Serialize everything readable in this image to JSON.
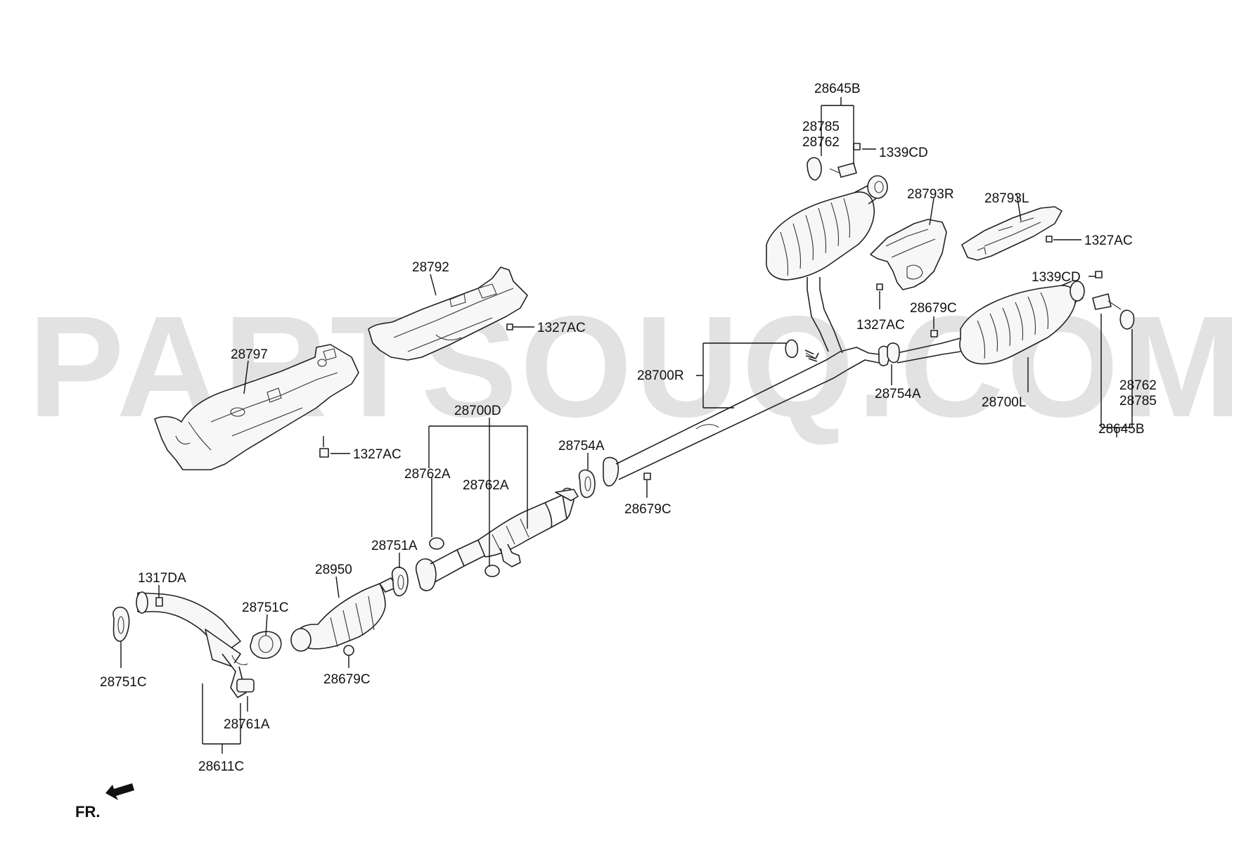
{
  "watermark": "PARTSOUQ.COM",
  "labels": {
    "l_28645B_top": "28645B",
    "l_28785_top": "28785",
    "l_28762_top": "28762",
    "l_1339CD_top": "1339CD",
    "l_28793R": "28793R",
    "l_28793L": "28793L",
    "l_1327AC_right": "1327AC",
    "l_1339CD_right": "1339CD",
    "l_28792": "28792",
    "l_1327AC_mid": "1327AC",
    "l_28679C_right": "28679C",
    "l_1327AC_below_r": "1327AC",
    "l_28797": "28797",
    "l_28700R": "28700R",
    "l_28754A_right": "28754A",
    "l_28700L": "28700L",
    "l_28762_right": "28762",
    "l_28785_right": "28785",
    "l_28645B_right": "28645B",
    "l_1327AC_left": "1327AC",
    "l_28700D": "28700D",
    "l_28754A_center": "28754A",
    "l_28762A_1": "28762A",
    "l_28762A_2": "28762A",
    "l_28679C_center": "28679C",
    "l_28751A": "28751A",
    "l_28950": "28950",
    "l_1317DA": "1317DA",
    "l_28751C_mid": "28751C",
    "l_28679C_bottom": "28679C",
    "l_28751C_left": "28751C",
    "l_28761A": "28761A",
    "l_28611C": "28611C",
    "l_fr": "FR."
  }
}
